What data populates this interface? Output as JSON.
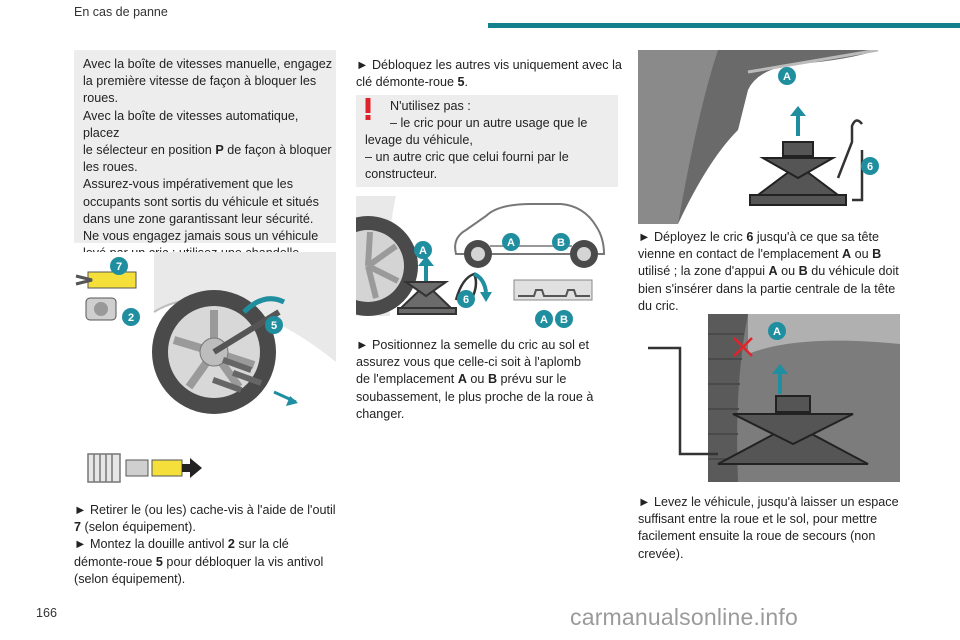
{
  "header": {
    "section_title": "En cas de panne",
    "page_number": "166"
  },
  "watermark": "carmanualsonline.info",
  "note_box": {
    "lines": [
      "Avec la boîte de vitesses manuelle, engagez",
      "la première vitesse de façon à bloquer les",
      "roues.",
      "Avec la boîte de vitesses automatique, placez",
      "le sélecteur en position ",
      "P",
      " de façon à bloquer",
      "les roues.",
      "Assurez-vous impérativement que les",
      "occupants sont sortis du véhicule et situés",
      "dans une zone garantissant leur sécurité.",
      "Ne vous engagez jamais sous un véhicule",
      "levé par un cric ; utilisez une chandelle."
    ]
  },
  "col1": {
    "step1_a": "► Retirer le (ou les) cache-vis à l'aide de l'outil",
    "step1_b_num": "7",
    "step1_b": " (selon équipement).",
    "step2_a": "► Montez la douille antivol ",
    "step2_num": "2",
    "step2_b": " sur la clé",
    "step2_c": "démonte-roue ",
    "step2_num2": "5",
    "step2_d": " pour débloquer la vis antivol",
    "step2_e": "(selon équipement)."
  },
  "col2": {
    "step_a": "► Débloquez les autres vis uniquement avec la",
    "step_b": "clé démonte-roue ",
    "step_b_num": "5",
    "step_b_end": ".",
    "warning": {
      "l1": "N'utilisez pas :",
      "l2": "– le cric pour un autre usage que le",
      "l3": "levage du véhicule,",
      "l4": "– un autre cric que celui fourni par le",
      "l5": "constructeur."
    },
    "pos_1": "► Positionnez la semelle du cric au sol et",
    "pos_2": "assurez vous que celle-ci soit à l'aplomb",
    "pos_3a": "de l'emplacement ",
    "pos_3A": "A",
    "pos_3b": " ou ",
    "pos_3B": "B",
    "pos_3c": " prévu sur le",
    "pos_4": "soubassement, le plus proche de la roue à",
    "pos_5": "changer."
  },
  "col3": {
    "deploy_1a": "► Déployez le cric ",
    "deploy_1n": "6",
    "deploy_1b": " jusqu'à ce que sa tête",
    "deploy_2a": "vienne en contact de l'emplacement ",
    "deploy_2A": "A",
    "deploy_2b": " ou ",
    "deploy_2B": "B",
    "deploy_3a": "utilisé ; la zone d'appui ",
    "deploy_3A": "A",
    "deploy_3b": " ou ",
    "deploy_3B": "B",
    "deploy_3c": " du véhicule doit",
    "deploy_4": "bien s'insérer dans la partie centrale de la tête",
    "deploy_5": "du cric.",
    "lift_1": "► Levez le véhicule, jusqu'à laisser un espace",
    "lift_2": "suffisant entre la roue et le sol, pour mettre",
    "lift_3": "facilement ensuite la roue de secours (non",
    "lift_4": "crevée)."
  },
  "figure_labels": {
    "tool": "7",
    "socket": "2",
    "wrench": "5",
    "jack": "6",
    "point_a": "A",
    "point_b": "B"
  },
  "colors": {
    "accent": "#14808c",
    "badge": "#1f8fa0",
    "warning_red": "#e0242b",
    "box_grey": "#ededed"
  }
}
